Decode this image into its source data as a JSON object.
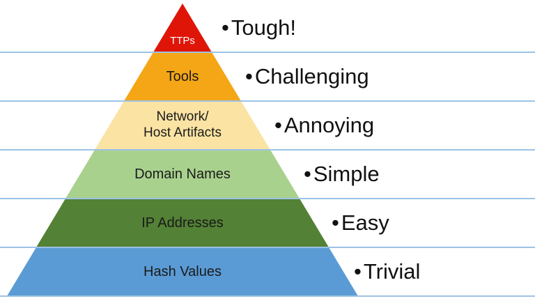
{
  "bullet": "•",
  "line_color": "#9cc2e5",
  "levels": [
    {
      "label": "TTPs",
      "difficulty": "Tough!",
      "color": "#df1508",
      "text_color": "#ffffff"
    },
    {
      "label": "Tools",
      "difficulty": "Challenging",
      "color": "#f4a616",
      "text_color": "#1a1a1a"
    },
    {
      "label": "Network/\nHost Artifacts",
      "difficulty": "Annoying",
      "color": "#fbe3a3",
      "text_color": "#1a1a1a"
    },
    {
      "label": "Domain Names",
      "difficulty": "Simple",
      "color": "#a9d18e",
      "text_color": "#1a1a1a"
    },
    {
      "label": "IP Addresses",
      "difficulty": "Easy",
      "color": "#538135",
      "text_color": "#1a1a1a"
    },
    {
      "label": "Hash Values",
      "difficulty": "Trivial",
      "color": "#5b9bd5",
      "text_color": "#1a1a1a"
    }
  ]
}
